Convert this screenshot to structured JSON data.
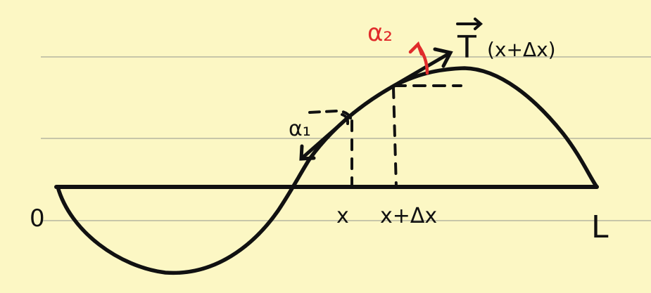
{
  "labels": {
    "origin": "0",
    "end": "L",
    "x": "x",
    "x_plus_dx": "x+Δx",
    "alpha1": "α₁",
    "alpha2": "α₂",
    "tension_symbol": "T",
    "tension_arg": "(x+Δx)"
  },
  "colors": {
    "paper": "#fcf7c4",
    "rule_line": "#b5b5a0",
    "ink": "#111111",
    "accent": "#e02b2b"
  }
}
